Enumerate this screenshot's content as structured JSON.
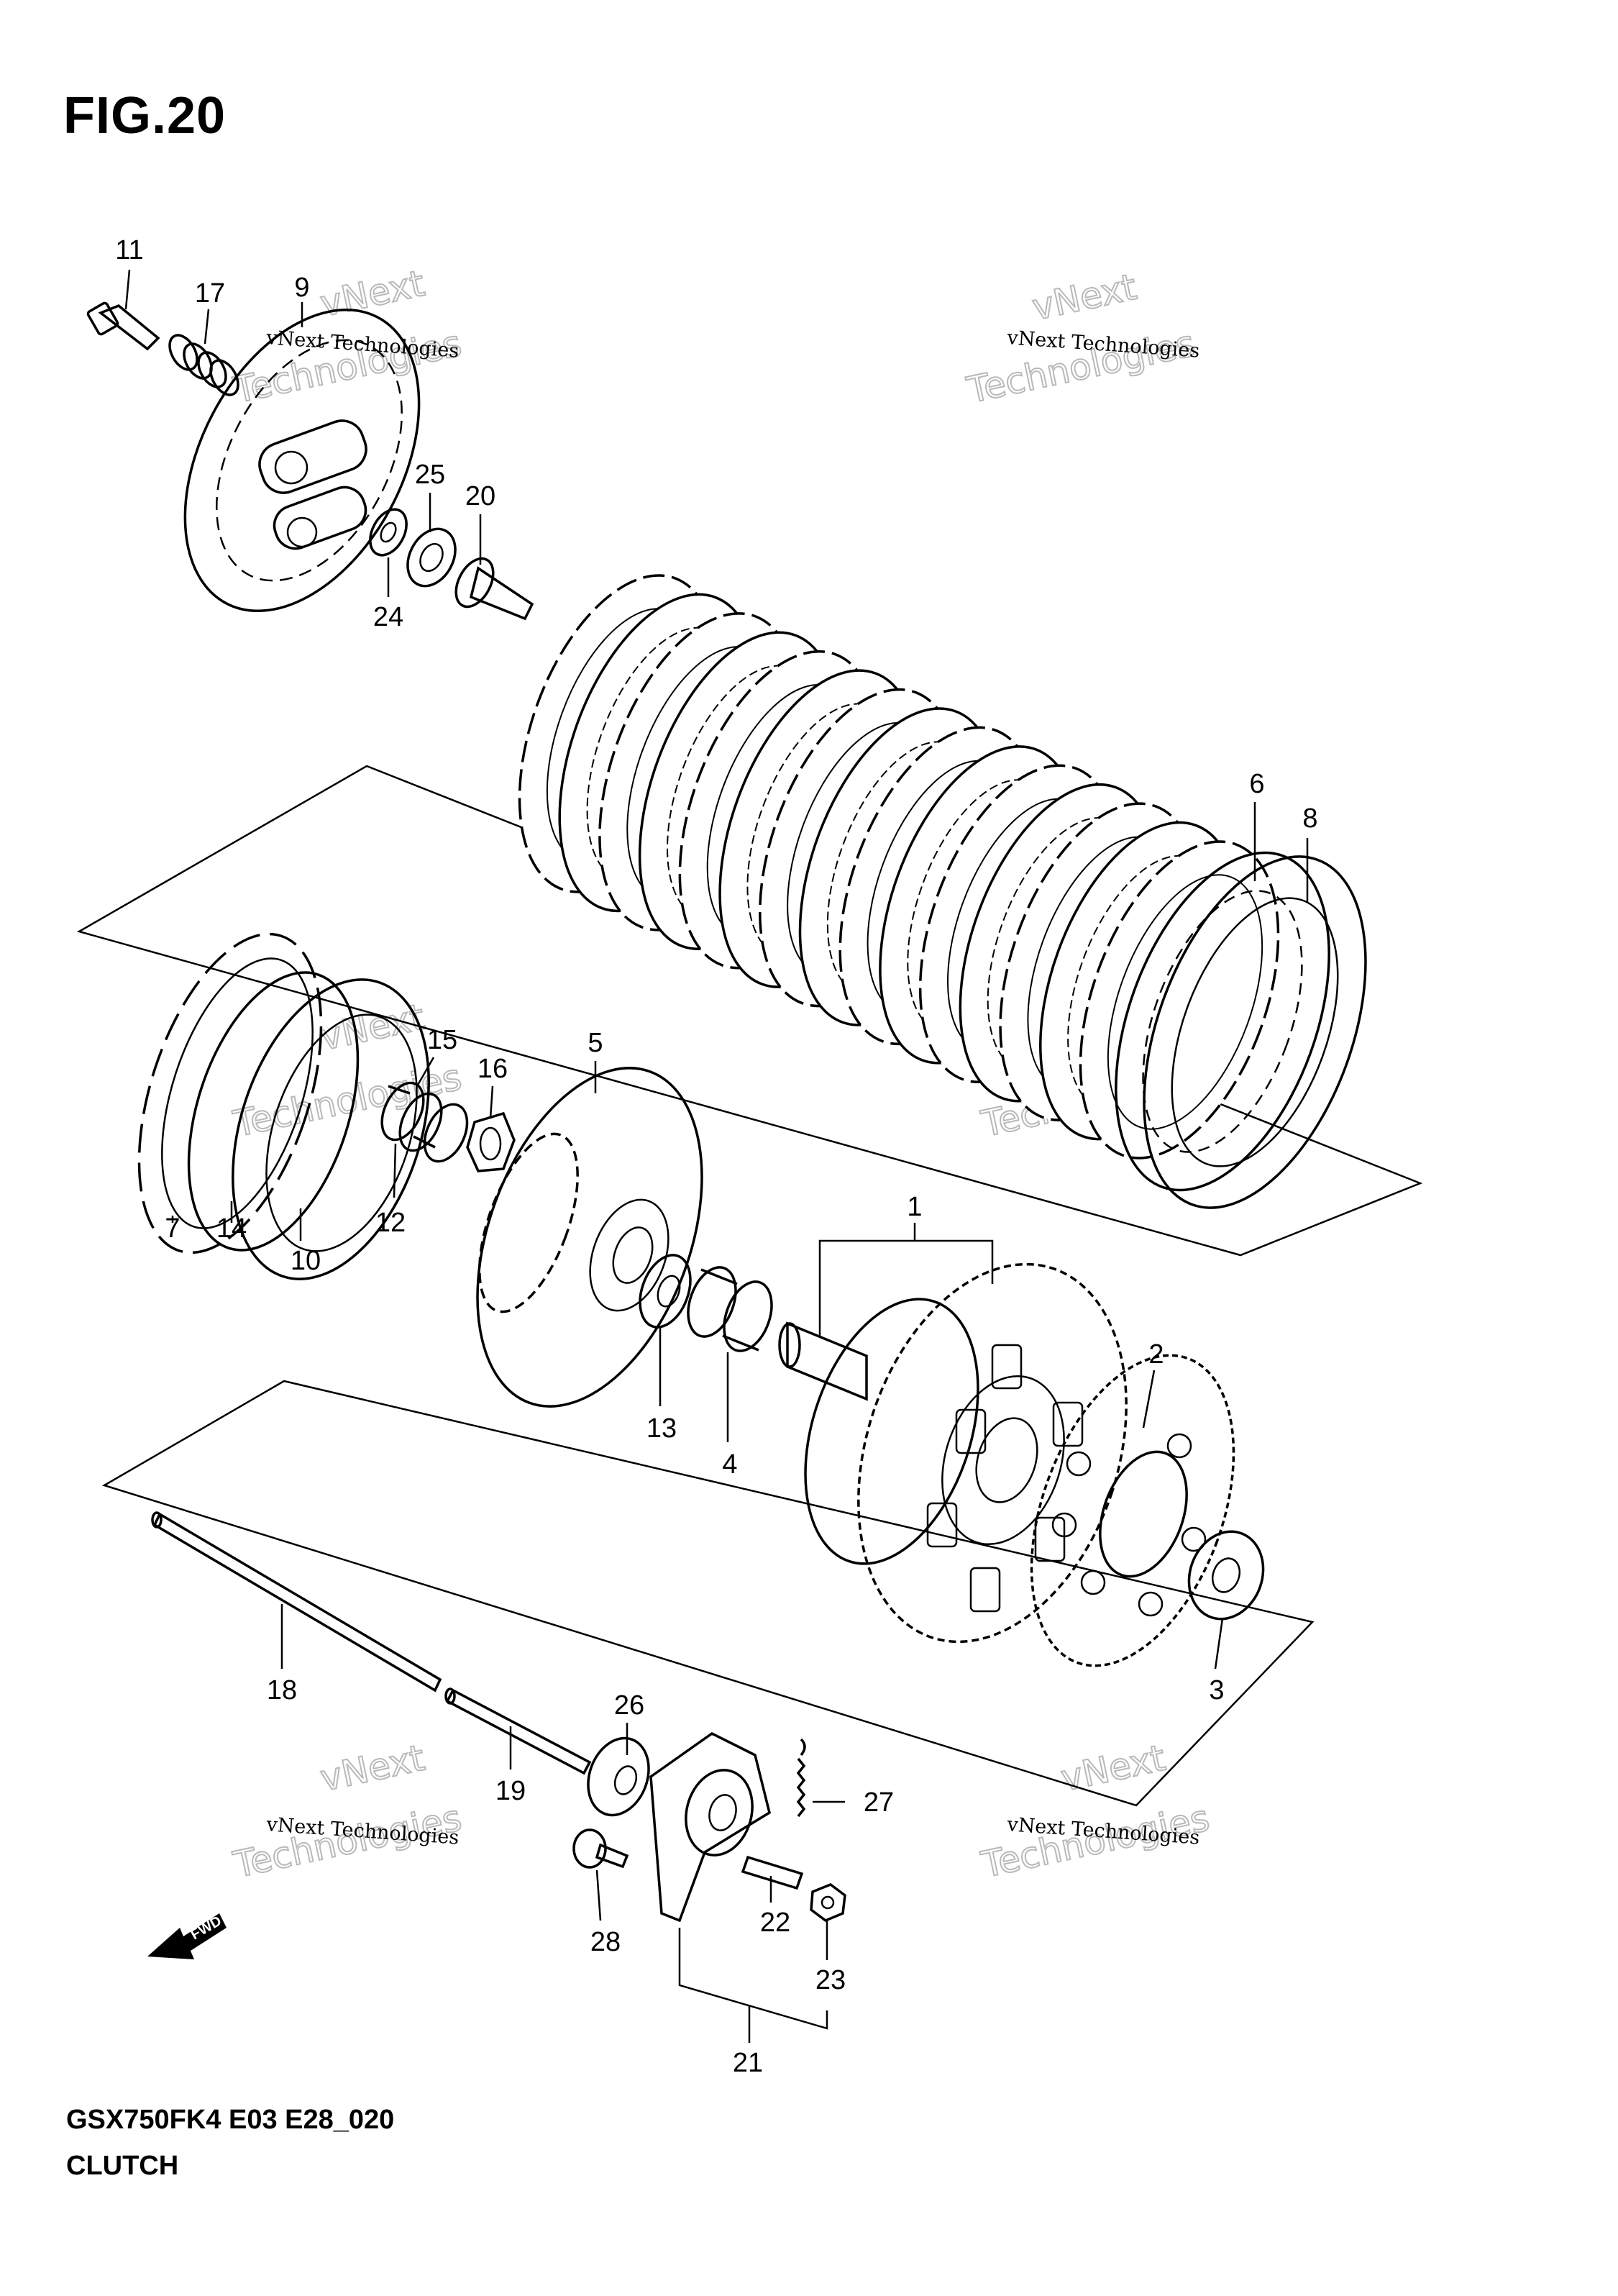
{
  "figure": {
    "title": "FIG.20",
    "model_code": "GSX750FK4 E03 E28_020",
    "name": "CLUTCH"
  },
  "direction_arrow": {
    "icon": "fwd-arrow-icon",
    "label": "FWD"
  },
  "watermark": {
    "line": "vNext Technologies",
    "word1": "vNext",
    "word2": "Technologies"
  },
  "callouts": {
    "p1": "1",
    "p2": "2",
    "p3": "3",
    "p4": "4",
    "p5": "5",
    "p6": "6",
    "p7": "7",
    "p8": "8",
    "p9": "9",
    "p10": "10",
    "p11": "11",
    "p12": "12",
    "p13": "13",
    "p14": "14",
    "p15": "15",
    "p16": "16",
    "p17": "17",
    "p18": "18",
    "p19": "19",
    "p20": "20",
    "p21": "21",
    "p22": "22",
    "p23": "23",
    "p24": "24",
    "p25": "25",
    "p26": "26",
    "p27": "27",
    "p28": "28"
  }
}
